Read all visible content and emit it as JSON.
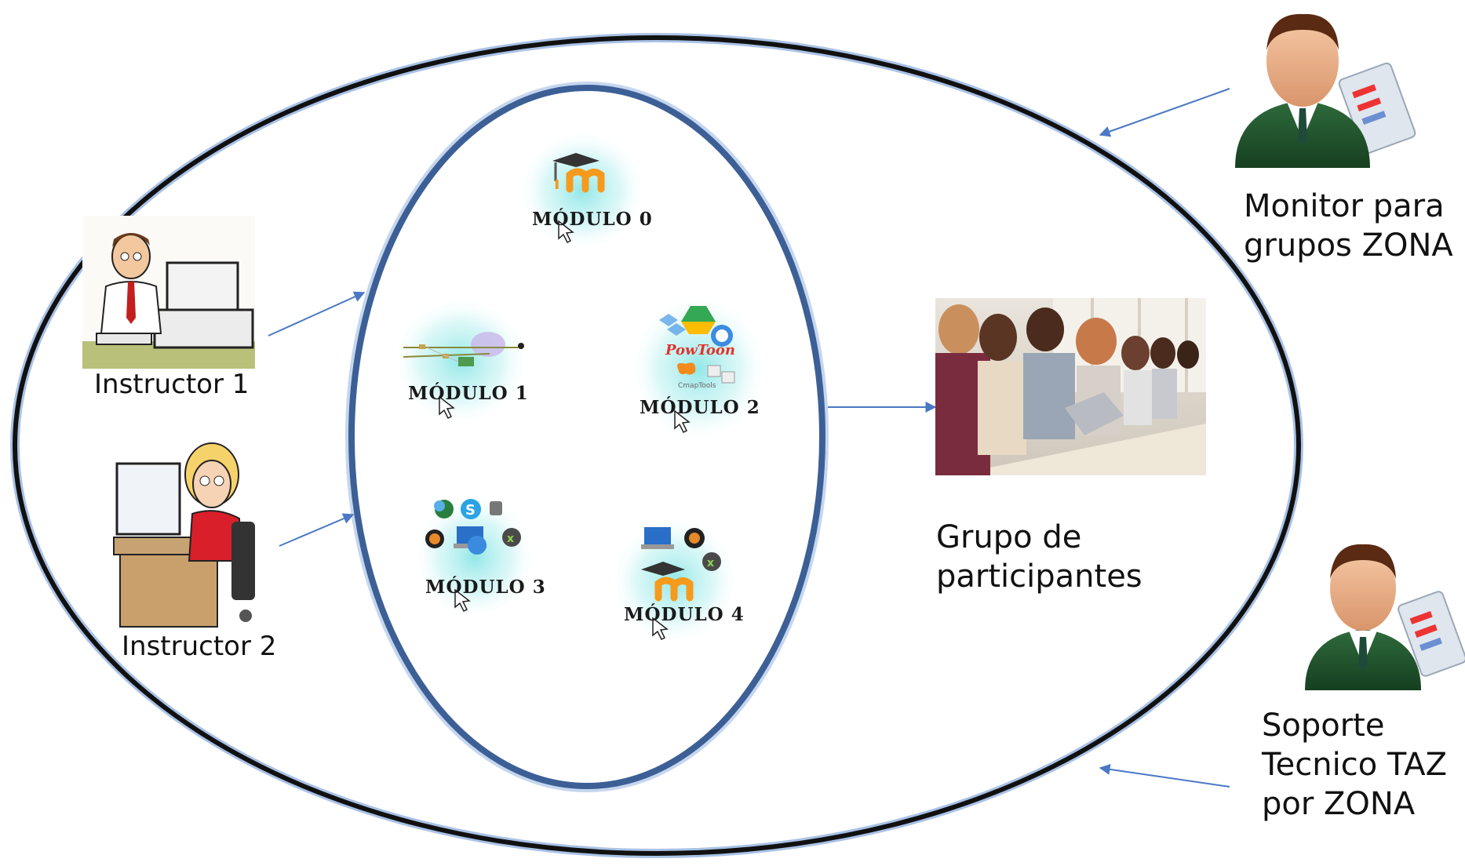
{
  "instructors": [
    {
      "label": "Instructor 1"
    },
    {
      "label": "Instructor 2"
    }
  ],
  "modules": [
    {
      "label": "MÓDULO 0",
      "icon": "moodle-icon"
    },
    {
      "label": "MÓDULO 1",
      "icon": "network-diagram-icon"
    },
    {
      "label": "MÓDULO 2",
      "icon": "web-tools-icon",
      "tool_text": [
        "PowToon",
        "CmapTools"
      ]
    },
    {
      "label": "MÓDULO 3",
      "icon": "communication-apps-icon"
    },
    {
      "label": "MÓDULO 4",
      "icon": "moodle-apps-icon"
    }
  ],
  "participants": {
    "label_line1": "Grupo de",
    "label_line2": "participantes"
  },
  "monitor": {
    "label_line1": "Monitor para",
    "label_line2": "grupos ZONA"
  },
  "support": {
    "label_line1": "Soporte",
    "label_line2": "Tecnico TAZ",
    "label_line3": "por ZONA"
  },
  "colors": {
    "outer_ellipse": "#111111",
    "outer_glow": "#9bb7e0",
    "inner_ellipse": "#3c5f96",
    "arrow": "#4a78c4",
    "module_glow": "#8fe6e6"
  }
}
